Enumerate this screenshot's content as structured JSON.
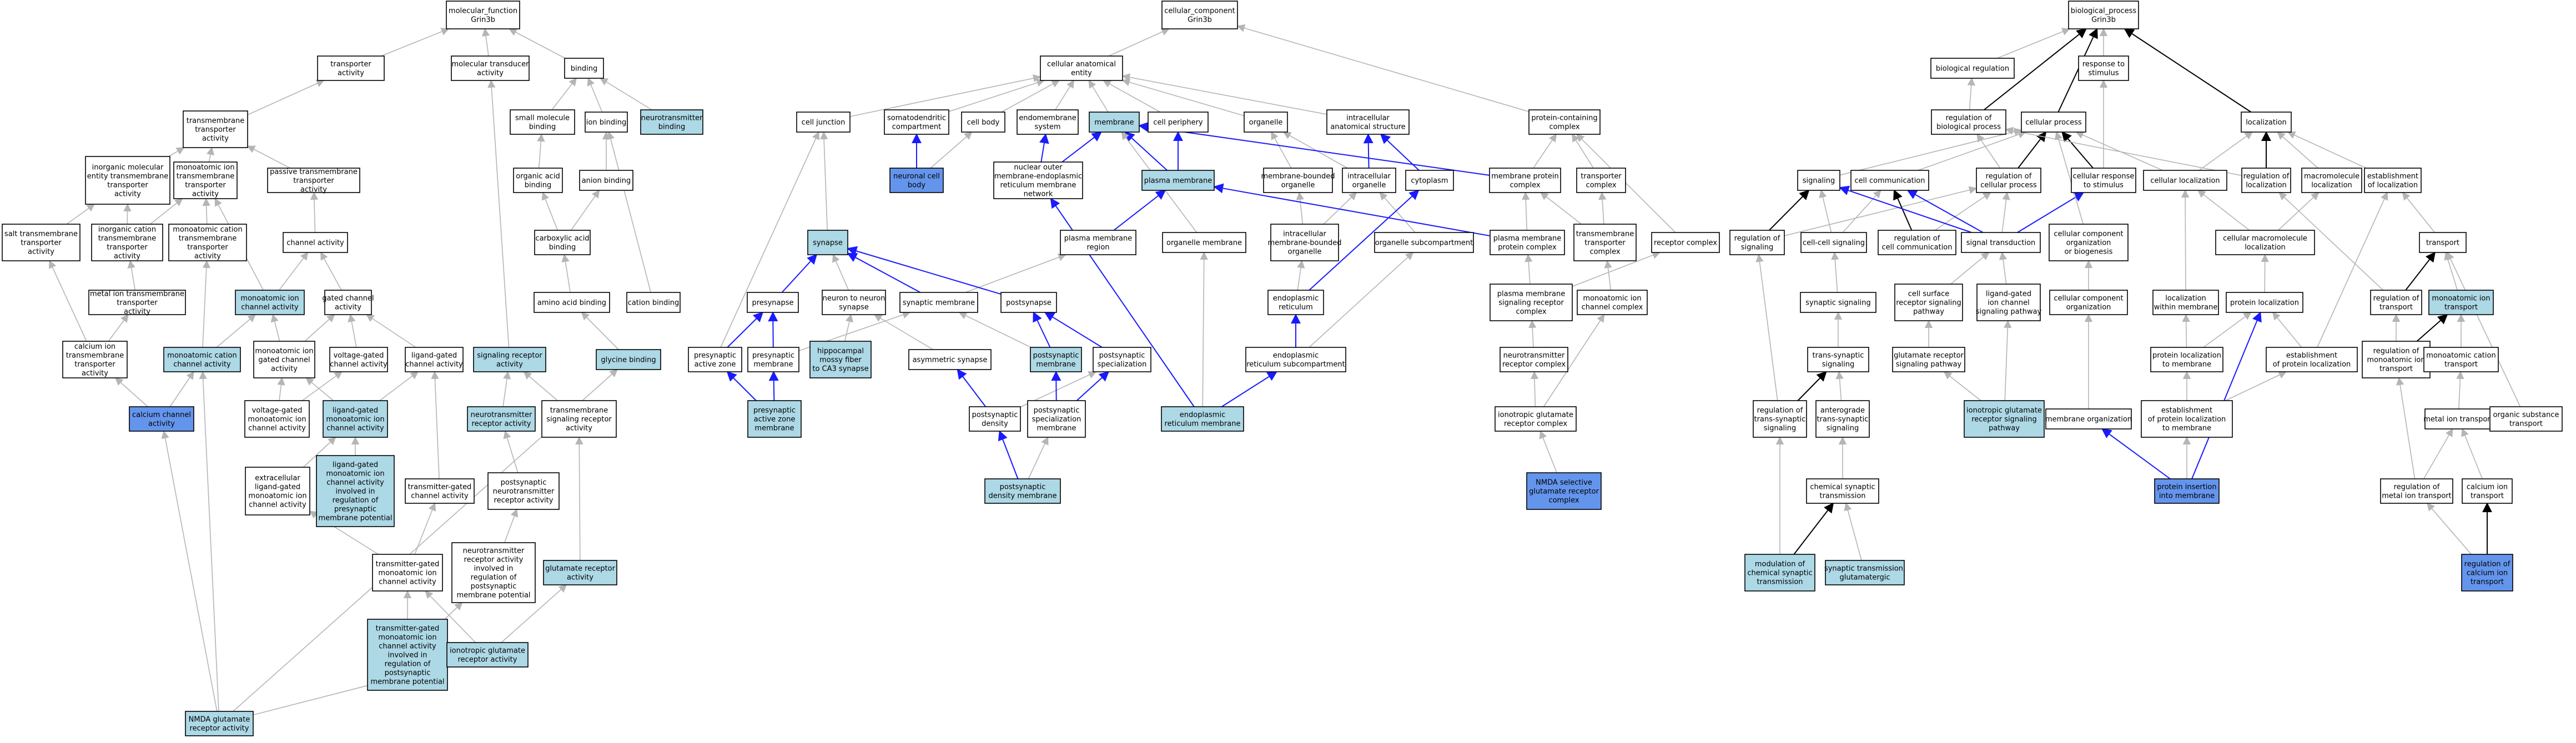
{
  "colors": {
    "plain": "#ffffff",
    "light": "#add8e6",
    "dark": "#6495ed",
    "edge_gray": "#b5b5b5",
    "edge_black": "#000000",
    "edge_blue": "#1a1aff"
  },
  "nodes": {
    "mf_root": [
      "molecular_function",
      "Grin3b"
    ],
    "transporter": [
      "transporter",
      "activity"
    ],
    "mol_transducer": [
      "molecular transducer",
      "activity"
    ],
    "binding": [
      "binding"
    ],
    "tm_transporter": [
      "transmembrane",
      "transporter",
      "activity"
    ],
    "small_mol_binding": [
      "small molecule",
      "binding"
    ],
    "ion_binding": [
      "ion binding"
    ],
    "neurotransmitter_binding": [
      "neurotransmitter",
      "binding"
    ],
    "inorg_mol_entity": [
      "inorganic molecular",
      "entity transmembrane",
      "transporter",
      "activity"
    ],
    "monoatomic_ion_tm": [
      "monoatomic ion",
      "transmembrane",
      "transporter",
      "activity"
    ],
    "passive_tm": [
      "passive transmembrane",
      "transporter",
      "activity"
    ],
    "organic_acid_binding": [
      "organic acid",
      "binding"
    ],
    "anion_binding": [
      "anion binding"
    ],
    "salt_tm": [
      "salt transmembrane",
      "transporter",
      "activity"
    ],
    "inorg_cation_tm": [
      "inorganic cation",
      "transmembrane",
      "transporter",
      "activity"
    ],
    "monoatomic_cation_tm": [
      "monoatomic cation",
      "transmembrane",
      "transporter",
      "activity"
    ],
    "channel_activity": [
      "channel activity"
    ],
    "carboxylic_acid_binding": [
      "carboxylic acid",
      "binding"
    ],
    "metal_ion_tm": [
      "metal ion transmembrane",
      "transporter",
      "activity"
    ],
    "monoatomic_ion_channel": [
      "monoatomic ion",
      "channel activity"
    ],
    "gated_channel": [
      "gated channel",
      "activity"
    ],
    "amino_acid_binding": [
      "amino acid binding"
    ],
    "cation_binding": [
      "cation binding"
    ],
    "calcium_ion_tm": [
      "calcium ion",
      "transmembrane",
      "transporter",
      "activity"
    ],
    "monoatomic_cation_channel": [
      "monoatomic cation",
      "channel activity"
    ],
    "monoatomic_ion_gated": [
      "monoatomic ion",
      "gated channel",
      "activity"
    ],
    "voltage_gated_channel": [
      "voltage-gated",
      "channel activity"
    ],
    "ligand_gated_channel": [
      "ligand-gated",
      "channel activity"
    ],
    "signaling_receptor": [
      "signaling receptor",
      "activity"
    ],
    "glycine_binding": [
      "glycine binding"
    ],
    "calcium_channel": [
      "calcium channel",
      "activity"
    ],
    "voltage_gated_monoatomic": [
      "voltage-gated",
      "monoatomic ion",
      "channel activity"
    ],
    "ligand_gated_monoatomic": [
      "ligand-gated",
      "monoatomic ion",
      "channel activity"
    ],
    "neurotransmitter_receptor": [
      "neurotransmitter",
      "receptor activity"
    ],
    "tm_signaling_receptor": [
      "transmembrane",
      "signaling receptor",
      "activity"
    ],
    "extracellular_ligand_gated": [
      "extracellular",
      "ligand-gated",
      "monoatomic ion",
      "channel activity"
    ],
    "ligand_gated_presynaptic": [
      "ligand-gated",
      "monoatomic ion",
      "channel activity",
      "involved in",
      "regulation of",
      "presynaptic",
      "membrane potential"
    ],
    "transmitter_gated_channel": [
      "transmitter-gated",
      "channel activity"
    ],
    "postsynaptic_nt_receptor": [
      "postsynaptic",
      "neurotransmitter",
      "receptor activity"
    ],
    "transmitter_gated_monoatomic": [
      "transmitter-gated",
      "monoatomic ion",
      "channel activity"
    ],
    "nt_receptor_postsynaptic": [
      "neurotransmitter",
      "receptor activity",
      "involved in",
      "regulation of",
      "postsynaptic",
      "membrane potential"
    ],
    "glutamate_receptor": [
      "glutamate receptor",
      "activity"
    ],
    "transmitter_gated_postsynaptic": [
      "transmitter-gated",
      "monoatomic ion",
      "channel activity",
      "involved in",
      "regulation of",
      "postsynaptic",
      "membrane potential"
    ],
    "ionotropic_glutamate_receptor": [
      "ionotropic glutamate",
      "receptor activity"
    ],
    "nmda_receptor_activity": [
      "NMDA glutamate",
      "receptor activity"
    ],
    "cc_root": [
      "cellular_component",
      "Grin3b"
    ],
    "cellular_anatomical_entity": [
      "cellular anatomical",
      "entity"
    ],
    "cell_junction": [
      "cell junction"
    ],
    "somatodendritic": [
      "somatodendritic",
      "compartment"
    ],
    "cell_body": [
      "cell body"
    ],
    "endomembrane": [
      "endomembrane",
      "system"
    ],
    "membrane": [
      "membrane"
    ],
    "cell_periphery": [
      "cell periphery"
    ],
    "organelle": [
      "organelle"
    ],
    "intracellular_anatomical": [
      "intracellular",
      "anatomical structure"
    ],
    "protein_containing_complex": [
      "protein-containing",
      "complex"
    ],
    "neuronal_cell_body": [
      "neuronal cell",
      "body"
    ],
    "nuclear_outer_membrane": [
      "nuclear outer",
      "membrane-endoplasmic",
      "reticulum membrane",
      "network"
    ],
    "plasma_membrane": [
      "plasma membrane"
    ],
    "membrane_bounded_organelle": [
      "membrane-bounded",
      "organelle"
    ],
    "intracellular_organelle": [
      "intracellular",
      "organelle"
    ],
    "cytoplasm": [
      "cytoplasm"
    ],
    "membrane_protein_complex": [
      "membrane protein",
      "complex"
    ],
    "transporter_complex": [
      "transporter",
      "complex"
    ],
    "synapse": [
      "synapse"
    ],
    "plasma_membrane_region": [
      "plasma membrane",
      "region"
    ],
    "organelle_membrane": [
      "organelle membrane"
    ],
    "intracellular_mb_organelle": [
      "intracellular",
      "membrane-bounded",
      "organelle"
    ],
    "organelle_subcompartment": [
      "organelle subcompartment"
    ],
    "plasma_membrane_protein_complex": [
      "plasma membrane",
      "protein complex"
    ],
    "tm_transporter_complex": [
      "transmembrane",
      "transporter",
      "complex"
    ],
    "receptor_complex": [
      "receptor complex"
    ],
    "presynapse": [
      "presynapse"
    ],
    "neuron_to_neuron_synapse": [
      "neuron to neuron",
      "synapse"
    ],
    "synaptic_membrane": [
      "synaptic membrane"
    ],
    "postsynapse": [
      "postsynapse"
    ],
    "endoplasmic_reticulum": [
      "endoplasmic",
      "reticulum"
    ],
    "pm_signaling_receptor_complex": [
      "plasma membrane",
      "signaling receptor",
      "complex"
    ],
    "monoatomic_ion_channel_complex": [
      "monoatomic ion",
      "channel complex"
    ],
    "presynaptic_active_zone": [
      "presynaptic",
      "active zone"
    ],
    "presynaptic_membrane": [
      "presynaptic",
      "membrane"
    ],
    "hippocampal_mossy_fiber": [
      "hippocampal",
      "mossy fiber",
      "to CA3 synapse"
    ],
    "asymmetric_synapse": [
      "asymmetric synapse"
    ],
    "postsynaptic_membrane": [
      "postsynaptic",
      "membrane"
    ],
    "postsynaptic_specialization": [
      "postsynaptic",
      "specialization"
    ],
    "er_subcompartment": [
      "endoplasmic",
      "reticulum subcompartment"
    ],
    "nt_receptor_complex": [
      "neurotransmitter",
      "receptor complex"
    ],
    "presynaptic_active_zone_membrane": [
      "presynaptic",
      "active zone",
      "membrane"
    ],
    "postsynaptic_density": [
      "postsynaptic",
      "density"
    ],
    "postsynaptic_specialization_membrane": [
      "postsynaptic",
      "specialization",
      "membrane"
    ],
    "er_membrane": [
      "endoplasmic",
      "reticulum membrane"
    ],
    "ionotropic_glutamate_receptor_complex": [
      "ionotropic glutamate",
      "receptor complex"
    ],
    "postsynaptic_density_membrane": [
      "postsynaptic",
      "density membrane"
    ],
    "nmda_selective_complex": [
      "NMDA selective",
      "glutamate receptor",
      "complex"
    ],
    "bp_root": [
      "biological_process",
      "Grin3b"
    ],
    "biological_regulation": [
      "biological regulation"
    ],
    "response_to_stimulus": [
      "response to",
      "stimulus"
    ],
    "regulation_of_bp": [
      "regulation of",
      "biological process"
    ],
    "cellular_process": [
      "cellular process"
    ],
    "localization": [
      "localization"
    ],
    "signaling": [
      "signaling"
    ],
    "cell_communication": [
      "cell communication"
    ],
    "regulation_of_cellular_process": [
      "regulation of",
      "cellular process"
    ],
    "cellular_response_to_stimulus": [
      "cellular response",
      "to stimulus"
    ],
    "cellular_localization": [
      "cellular localization"
    ],
    "regulation_of_localization": [
      "regulation of",
      "localization"
    ],
    "macromolecule_localization": [
      "macromolecule",
      "localization"
    ],
    "establishment_of_localization": [
      "establishment",
      "of localization"
    ],
    "regulation_of_signaling": [
      "regulation of",
      "signaling"
    ],
    "cell_cell_signaling": [
      "cell-cell signaling"
    ],
    "regulation_of_cell_communication": [
      "regulation of",
      "cell communication"
    ],
    "signal_transduction": [
      "signal transduction"
    ],
    "cellular_component_org_biogenesis": [
      "cellular component",
      "organization",
      "or biogenesis"
    ],
    "cellular_macromolecule_localization": [
      "cellular macromolecule",
      "localization"
    ],
    "transport": [
      "transport"
    ],
    "synaptic_signaling": [
      "synaptic signaling"
    ],
    "cell_surface_receptor_pathway": [
      "cell surface",
      "receptor signaling",
      "pathway"
    ],
    "ligand_gated_pathway": [
      "ligand-gated",
      "ion channel",
      "signaling pathway"
    ],
    "cellular_component_organization": [
      "cellular component",
      "organization"
    ],
    "localization_within_membrane": [
      "localization",
      "within membrane"
    ],
    "protein_localization": [
      "protein localization"
    ],
    "regulation_of_transport": [
      "regulation of",
      "transport"
    ],
    "monoatomic_ion_transport": [
      "monoatomic ion",
      "transport"
    ],
    "trans_synaptic_signaling": [
      "trans-synaptic",
      "signaling"
    ],
    "glutamate_receptor_pathway": [
      "glutamate receptor",
      "signaling pathway"
    ],
    "protein_localization_to_membrane": [
      "protein localization",
      "to membrane"
    ],
    "establishment_of_protein_localization": [
      "establishment",
      "of protein localization"
    ],
    "regulation_of_monoatomic_ion_transport": [
      "regulation of",
      "monoatomic ion",
      "transport"
    ],
    "monoatomic_cation_transport": [
      "monoatomic cation",
      "transport"
    ],
    "regulation_of_trans_synaptic": [
      "regulation of",
      "trans-synaptic",
      "signaling"
    ],
    "anterograde_trans_synaptic": [
      "anterograde",
      "trans-synaptic",
      "signaling"
    ],
    "ionotropic_glutamate_pathway": [
      "ionotropic glutamate",
      "receptor signaling",
      "pathway"
    ],
    "membrane_organization": [
      "membrane organization"
    ],
    "establishment_protein_loc_membrane": [
      "establishment",
      "of protein localization",
      "to membrane"
    ],
    "metal_ion_transport": [
      "metal ion transport"
    ],
    "organic_substance_transport": [
      "organic substance",
      "transport"
    ],
    "chemical_synaptic_transmission": [
      "chemical synaptic",
      "transmission"
    ],
    "protein_insertion_membrane": [
      "protein insertion",
      "into membrane"
    ],
    "regulation_of_metal_ion_transport": [
      "regulation of",
      "metal ion transport"
    ],
    "calcium_ion_transport": [
      "calcium ion",
      "transport"
    ],
    "modulation_chemical_synaptic": [
      "modulation of",
      "chemical synaptic",
      "transmission"
    ],
    "synaptic_transmission_glutamatergic": [
      "synaptic transmission,",
      "glutamatergic"
    ],
    "regulation_calcium_ion_transport": [
      "regulation of",
      "calcium ion",
      "transport"
    ]
  }
}
